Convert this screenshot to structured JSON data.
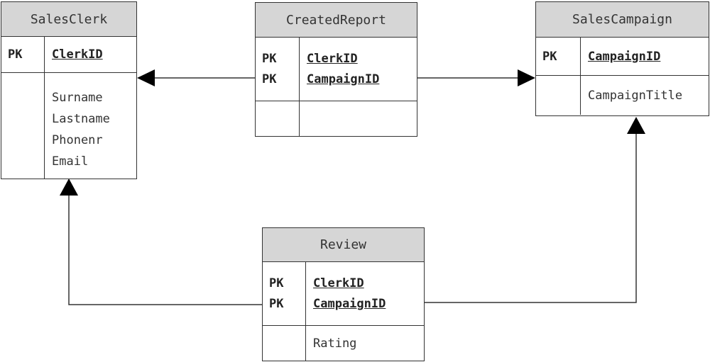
{
  "entities": {
    "sales_clerk": {
      "name": "SalesClerk",
      "key_label": "PK",
      "key_field": "ClerkID",
      "attributes": [
        "Surname",
        "Lastname",
        "Phonenr",
        "Email"
      ]
    },
    "created_report": {
      "name": "CreatedReport",
      "key_labels": [
        "PK",
        "PK"
      ],
      "key_fields": [
        "ClerkID",
        "CampaignID"
      ]
    },
    "sales_campaign": {
      "name": "SalesCampaign",
      "key_label": "PK",
      "key_field": "CampaignID",
      "attributes": [
        "CampaignTitle"
      ]
    },
    "review": {
      "name": "Review",
      "key_labels": [
        "PK",
        "PK"
      ],
      "key_fields": [
        "ClerkID",
        "CampaignID"
      ],
      "attributes": [
        "Rating"
      ]
    }
  },
  "relationships": [
    {
      "from": "CreatedReport",
      "to": "SalesClerk"
    },
    {
      "from": "CreatedReport",
      "to": "SalesCampaign"
    },
    {
      "from": "Review",
      "to": "SalesClerk"
    },
    {
      "from": "Review",
      "to": "SalesCampaign"
    }
  ]
}
